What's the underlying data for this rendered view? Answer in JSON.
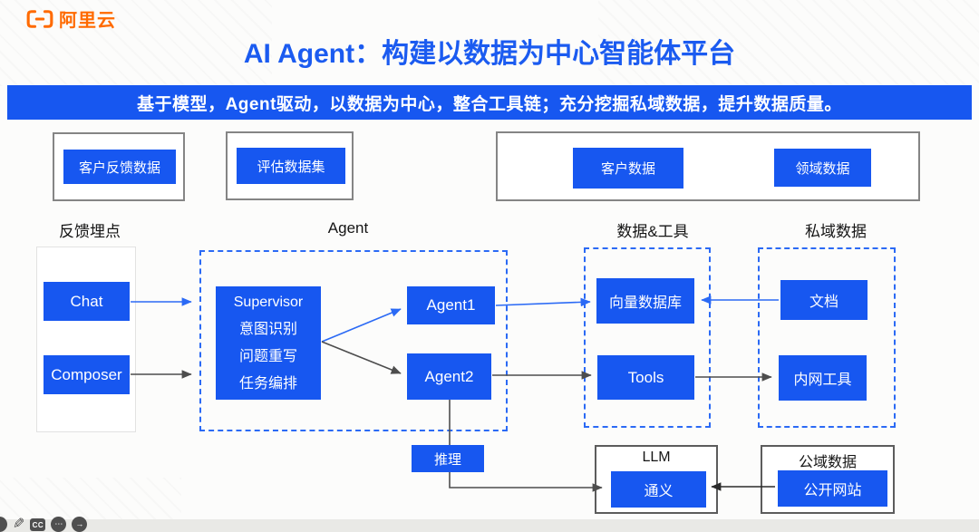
{
  "header": {
    "logo_text": "阿里云",
    "title": "AI Agent：构建以数据为中心智能体平台",
    "banner": "基于模型，Agent驱动，以数据为中心，整合工具链；充分挖掘私域数据，提升数据质量。"
  },
  "top_groups": {
    "feedback_chip": "客户反馈数据",
    "eval_chip": "评估数据集",
    "customer_chip": "客户数据",
    "domain_chip": "领域数据"
  },
  "section_labels": {
    "feedback": "反馈埋点",
    "agent": "Agent",
    "data_tools": "数据&工具",
    "private_data": "私域数据"
  },
  "nodes": {
    "chat": "Chat",
    "composer": "Composer",
    "supervisor_title": "Supervisor",
    "supervisor_lines": [
      "意图识别",
      "问题重写",
      "任务编排"
    ],
    "agent1": "Agent1",
    "agent2": "Agent2",
    "vector_db": "向量数据库",
    "tools": "Tools",
    "doc": "文档",
    "intranet_tools": "内网工具",
    "reasoning": "推理",
    "llm_label": "LLM",
    "llm_model": "通义",
    "public_data_label": "公域数据",
    "public_site": "公开网站"
  },
  "player": {
    "cc_label": "CC",
    "more_glyph": "⋯",
    "arrow_glyph": "→",
    "pencil_glyph": "✎"
  },
  "colors": {
    "fill_blue": "#1757F0",
    "dashed_blue": "#2B6AF5",
    "logo_orange": "#FF6A00",
    "gray_line": "#4d4d4d",
    "dark_line": "#2b2b2b"
  }
}
